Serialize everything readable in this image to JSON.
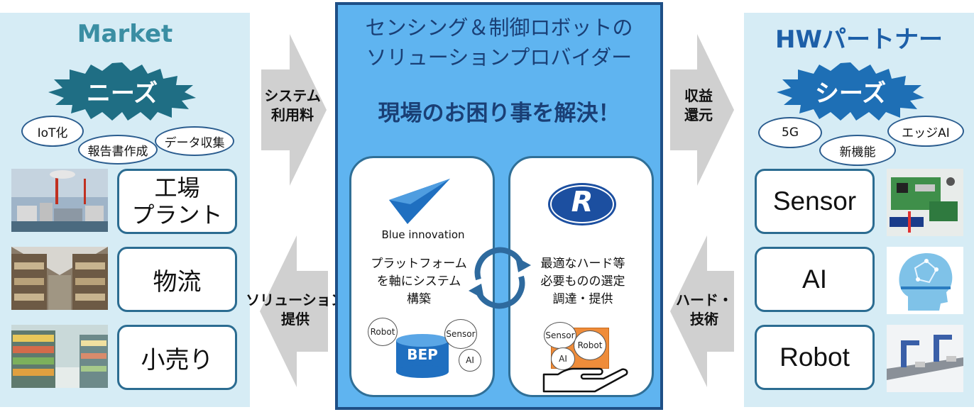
{
  "left_panel": {
    "title": "Market",
    "burst_label": "ニーズ",
    "bubbles": [
      "IoT化",
      "報告書作成",
      "データ収集"
    ],
    "boxes": [
      {
        "line1": "工場",
        "line2": "プラント"
      },
      {
        "line1": "物流"
      },
      {
        "line1": "小売り"
      }
    ]
  },
  "arrows": {
    "top_left": {
      "line1": "システム",
      "line2": "利用料"
    },
    "bottom_left": {
      "line1": "ソリューション",
      "line2": "提供"
    },
    "top_right": {
      "line1": "収益",
      "line2": "還元"
    },
    "bottom_right": {
      "line1": "ハード・",
      "line2": "技術"
    }
  },
  "center": {
    "title_line1": "センシング＆制御ロボットの",
    "title_line2": "ソリューションプロバイダー",
    "headline": "現場のお困り事を解決！",
    "left_card": {
      "logo_text": "Blue innovation",
      "desc": [
        "プラットフォーム",
        "を軸にシステム",
        "構築"
      ],
      "db_label": "BEP",
      "circles": [
        "Robot",
        "Sensor",
        "AI"
      ]
    },
    "right_card": {
      "logo_letter": "R",
      "desc": [
        "最適なハード等",
        "必要ものの選定",
        "調達・提供"
      ],
      "circles": [
        "Sensor",
        "Robot",
        "AI"
      ]
    }
  },
  "right_panel": {
    "title": "HWパートナー",
    "burst_label": "シーズ",
    "bubbles": [
      "5G",
      "新機能",
      "エッジAI"
    ],
    "boxes": [
      "Sensor",
      "AI",
      "Robot"
    ]
  },
  "colors": {
    "side_bg": "#d6ecf5",
    "title_left": "#3a8ea3",
    "title_right": "#1d5fa8",
    "burst_left": "#1f6e84",
    "burst_right": "#1e6fb5",
    "center_bg": "#5fb4f0",
    "center_border": "#1e4f86",
    "arrow": "#d0d0d0"
  }
}
